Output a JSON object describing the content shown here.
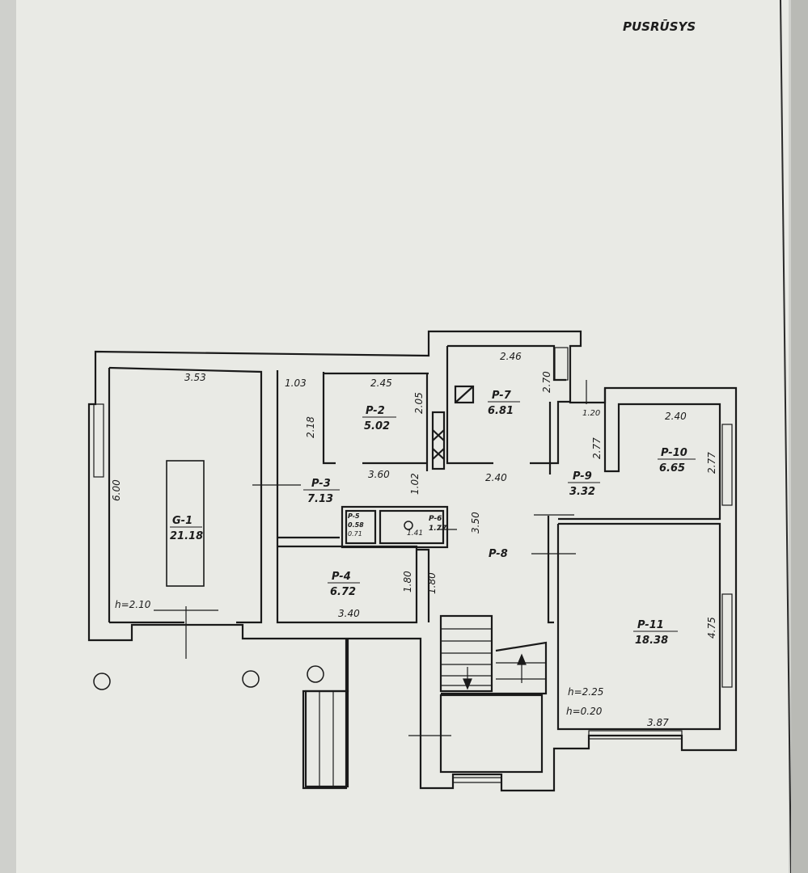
{
  "sheet_title": "PUSRŪSYS",
  "rooms": [
    {
      "id": "G-1",
      "code": "G-1",
      "area": "21.18"
    },
    {
      "id": "P-2",
      "code": "P-2",
      "area": "5.02"
    },
    {
      "id": "P-3",
      "code": "P-3",
      "area": "7.13"
    },
    {
      "id": "P-4",
      "code": "P-4",
      "area": "6.72"
    },
    {
      "id": "P-5",
      "code": "P-5",
      "area": "0.58"
    },
    {
      "id": "P-6",
      "code": "P-6",
      "area": "1.77"
    },
    {
      "id": "P-7",
      "code": "P-7",
      "area": "6.81"
    },
    {
      "id": "P-8",
      "code": "P-8",
      "area": ""
    },
    {
      "id": "P-9",
      "code": "P-9",
      "area": "3.32"
    },
    {
      "id": "P-10",
      "code": "P-10",
      "area": "6.65"
    },
    {
      "id": "P-11",
      "code": "P-11",
      "area": "18.38"
    }
  ],
  "dimensions": {
    "g1_width": "3.53",
    "g1_length": "6.00",
    "p3_width": "1.03",
    "p3_depth": "2.18",
    "p2_width": "2.45",
    "p2_depth": "2.05",
    "p2_bottom": "3.60",
    "corridor_width": "1.02",
    "p7_width": "2.46",
    "p7_depth": "2.70",
    "p7_bottom": "2.40",
    "p9_width": "1.20",
    "p9_depth": "2.77",
    "p10_width": "2.40",
    "p10_depth": "2.77",
    "p8_length": "3.50",
    "p4_width": "3.40",
    "p4_depth": "1.80",
    "p8_depth": "1.80",
    "p11_length": "4.75",
    "p11_width": "3.87",
    "p6_width": "1.41",
    "p5_width": "0.71"
  },
  "heights": {
    "g1": "h=2.10",
    "p11": "h=2.25",
    "p11_step": "h=0.20"
  }
}
